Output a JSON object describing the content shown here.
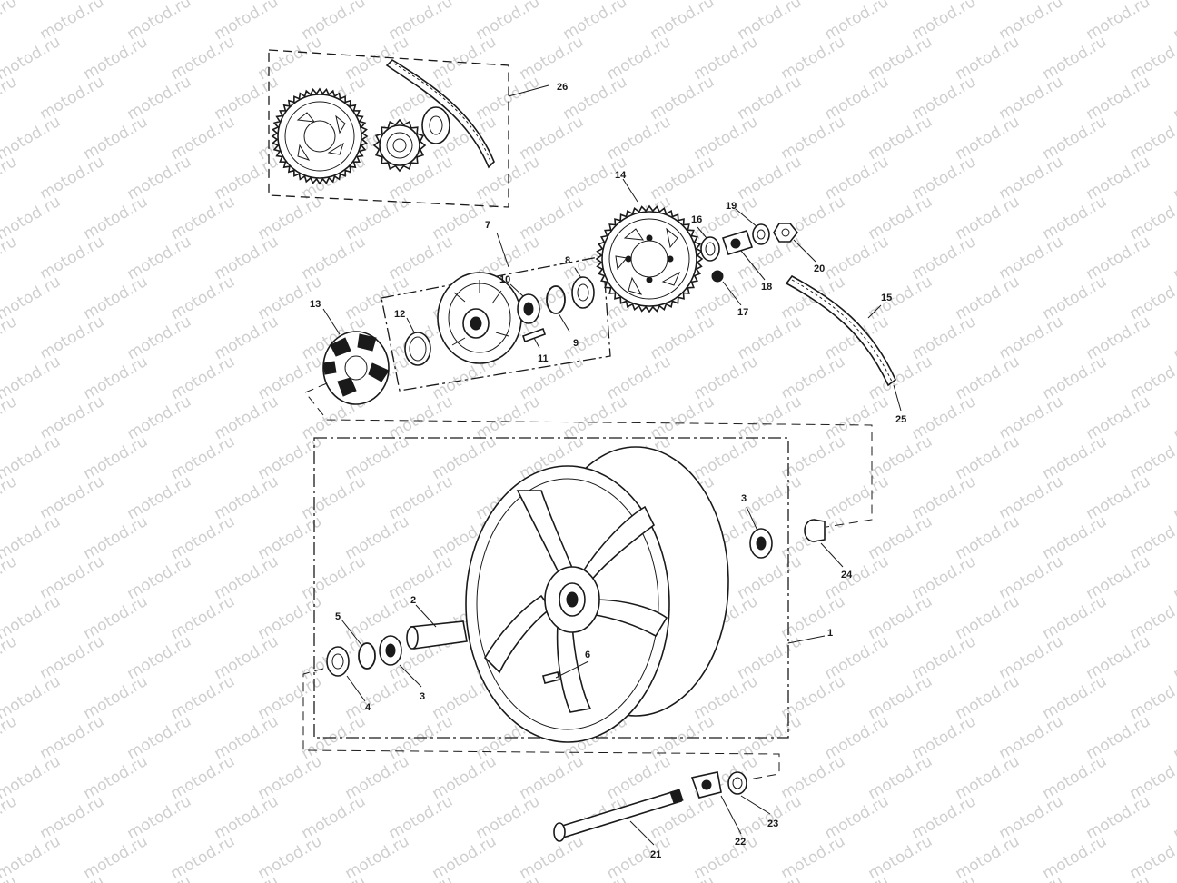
{
  "watermark": {
    "text": "motod.ru"
  },
  "callouts": [
    {
      "id": "c1",
      "text": "1"
    },
    {
      "id": "c2",
      "text": "2"
    },
    {
      "id": "c3a",
      "text": "3"
    },
    {
      "id": "c3b",
      "text": "3"
    },
    {
      "id": "c4",
      "text": "4"
    },
    {
      "id": "c5",
      "text": "5"
    },
    {
      "id": "c6",
      "text": "6"
    },
    {
      "id": "c7",
      "text": "7"
    },
    {
      "id": "c8",
      "text": "8"
    },
    {
      "id": "c9",
      "text": "9"
    },
    {
      "id": "c10",
      "text": "10"
    },
    {
      "id": "c11",
      "text": "11"
    },
    {
      "id": "c12",
      "text": "12"
    },
    {
      "id": "c13",
      "text": "13"
    },
    {
      "id": "c14",
      "text": "14"
    },
    {
      "id": "c15",
      "text": "15"
    },
    {
      "id": "c16",
      "text": "16"
    },
    {
      "id": "c17",
      "text": "17"
    },
    {
      "id": "c18",
      "text": "18"
    },
    {
      "id": "c19",
      "text": "19"
    },
    {
      "id": "c20",
      "text": "20"
    },
    {
      "id": "c21",
      "text": "21"
    },
    {
      "id": "c22",
      "text": "22"
    },
    {
      "id": "c23",
      "text": "23"
    },
    {
      "id": "c24",
      "text": "24"
    },
    {
      "id": "c25",
      "text": "25"
    },
    {
      "id": "c26",
      "text": "26"
    }
  ]
}
